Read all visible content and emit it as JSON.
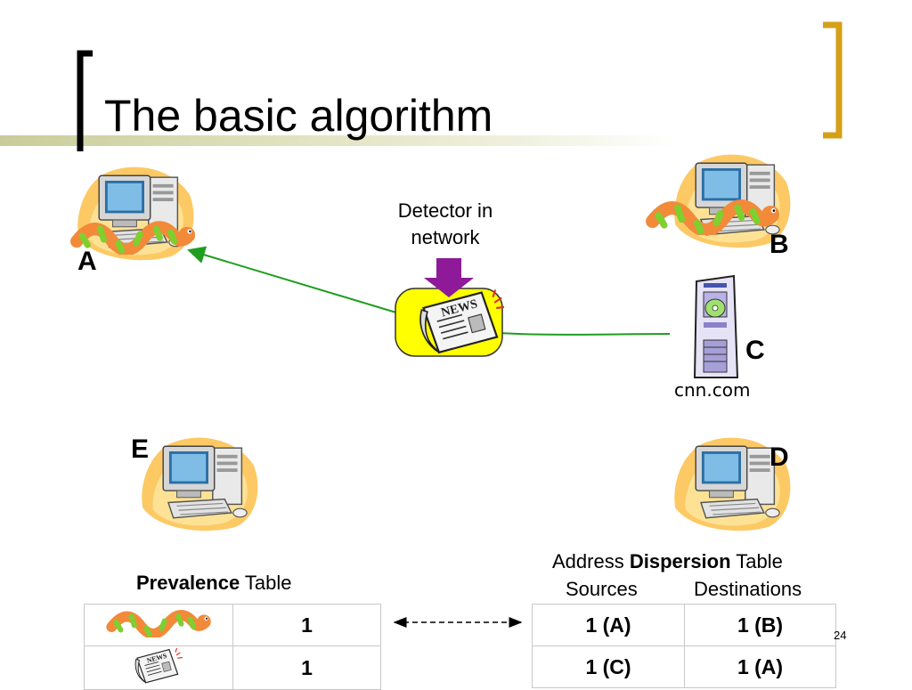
{
  "slide": {
    "title": "The basic algorithm",
    "page_number": "24"
  },
  "nodes": {
    "a": "A",
    "b": "B",
    "c": "C",
    "d": "D",
    "e": "E"
  },
  "detector": {
    "line1": "Detector in",
    "line2": "network",
    "badge": "NEWS"
  },
  "server": {
    "label": "cnn.com"
  },
  "prevalence": {
    "caption_bold": "Prevalence",
    "caption_rest": "Table",
    "rows": [
      {
        "icon": "worm-icon",
        "count": "1"
      },
      {
        "icon": "newspaper-icon",
        "count": "1"
      }
    ]
  },
  "dispersion": {
    "caption_plain": "Address",
    "caption_bold": "Dispersion",
    "caption_rest": "Table",
    "col_sources": "Sources",
    "col_destinations": "Destinations",
    "rows": [
      {
        "source": "1 (A)",
        "destination": "1 (B)"
      },
      {
        "source": "1 (C)",
        "destination": "1 (A)"
      }
    ]
  },
  "colors": {
    "bracket_left": "#000000",
    "bracket_right": "#d4a017",
    "edge": "#1e9e1e",
    "detector_fill": "#ffff00",
    "detector_arrow": "#8e1a9a"
  }
}
